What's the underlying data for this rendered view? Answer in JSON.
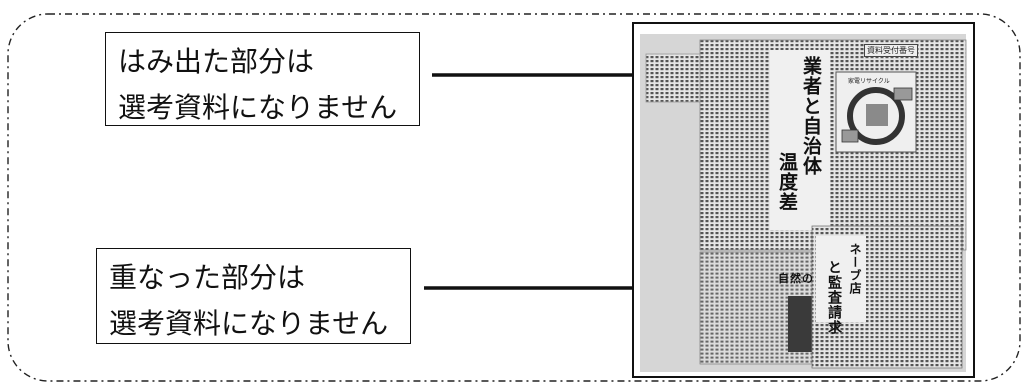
{
  "callouts": {
    "top": {
      "line1": "はみ出た部分は",
      "line2": "選考資料になりません"
    },
    "bottom": {
      "line1": "重なった部分は",
      "line2": "選考資料になりません"
    }
  },
  "clipping": {
    "tag": "資料受付番号",
    "headline_main": "業者と自治体",
    "headline_main2": "温度差",
    "diagram_title": "家電リサイクル",
    "headline_sub": "ネーブ店",
    "headline_sub2": "と監査請求",
    "headline_nature": "自然の"
  }
}
